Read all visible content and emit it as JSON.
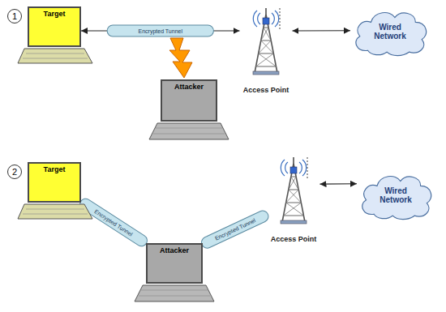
{
  "diagram": {
    "nodes": [
      {
        "text": [
          "Target"
        ]
      },
      {
        "text": [
          "Access Point"
        ]
      },
      {
        "text": [
          "Wired Network"
        ]
      },
      {
        "text": [
          "Attacker"
        ]
      },
      {
        "text": [
          "Target"
        ]
      },
      {
        "text": [
          "Access Point"
        ]
      },
      {
        "text": [
          "Wired Network"
        ]
      },
      {
        "text": [
          "Attacker"
        ]
      }
    ],
    "edges": [
      {
        "from": 0,
        "to": 1,
        "arrow": "both",
        "label": "Encrypted Tunnel"
      },
      {
        "from": 1,
        "to": 2,
        "arrow": "both"
      },
      {
        "from": 7,
        "to": 4,
        "arrow": "none",
        "label": "Encrypted Tunnel"
      },
      {
        "from": 7,
        "to": 5,
        "arrow": "none",
        "label": "Encrypted Tunnel"
      },
      {
        "from": 5,
        "to": 6,
        "arrow": "both"
      }
    ],
    "labels": [
      "1",
      "2"
    ]
  }
}
